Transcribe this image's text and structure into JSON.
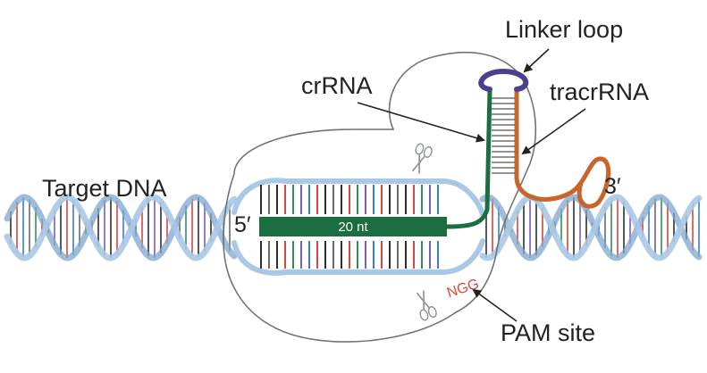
{
  "labels": {
    "linker_loop": "Linker loop",
    "crrna": "crRNA",
    "tracrrna": "tracrRNA",
    "target_dna": "Target DNA",
    "five_prime": "5′",
    "three_prime": "3′",
    "spacer": "20 nt",
    "pam_sequence": "NGG",
    "pam_site": "PAM site"
  },
  "colors": {
    "dna_backbone": "#a9c8e6",
    "dna_backbone_dark": "#7fa7cf",
    "crrna_green": "#1b6e3f",
    "tracrrna_orange": "#c8652a",
    "linker_purple": "#4b3f8f",
    "pam_red": "#d9463b",
    "outline": "#6f7478"
  },
  "icons": {
    "scissors_top": "scissors-icon",
    "scissors_bottom": "scissors-icon"
  }
}
